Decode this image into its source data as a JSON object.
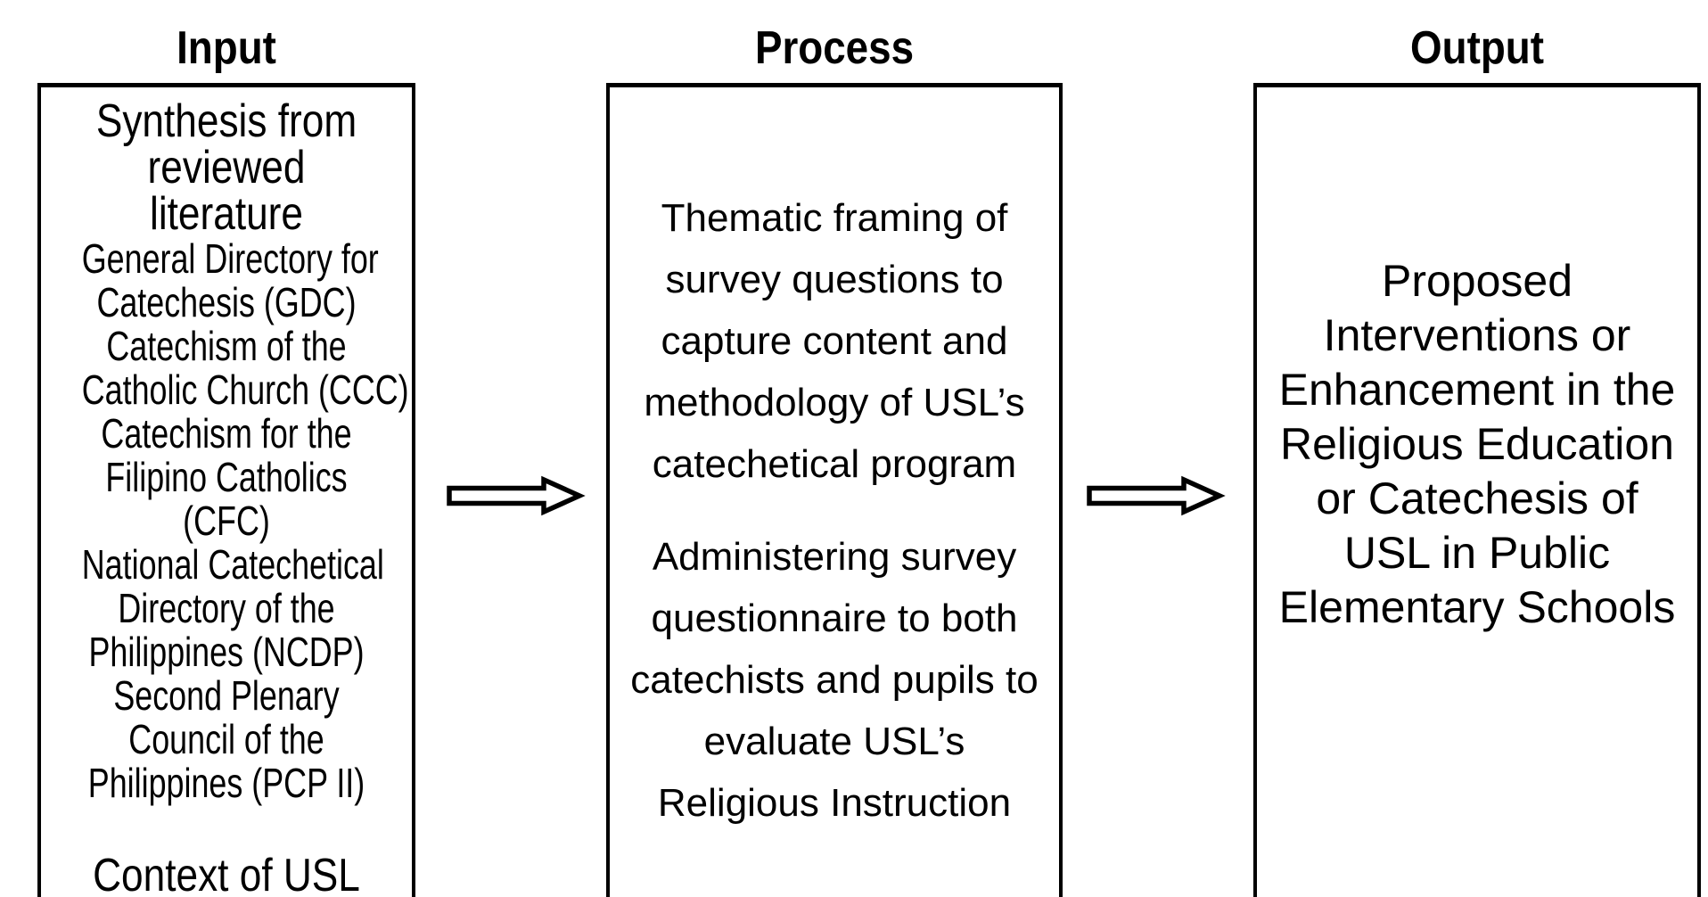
{
  "figure": {
    "type": "input-process-output-diagram",
    "columns": {
      "input": {
        "title": "Input",
        "heading_lines": [
          "Synthesis from",
          "reviewed",
          "literature"
        ],
        "literature_items": [
          "General Directory for",
          "Catechesis (GDC)",
          "Catechism of the",
          "Catholic Church (CCC)",
          "Catechism for the",
          "Filipino Catholics",
          "(CFC)",
          "National Catechetical",
          "Directory of the",
          "Philippines (NCDP)",
          "Second Plenary",
          "Council of the",
          "Philippines (PCP II)"
        ],
        "footer_line": "Context of USL"
      },
      "process": {
        "title": "Process",
        "step1_lines": [
          "Thematic framing of",
          "survey questions to",
          "capture content and",
          "methodology of USL’s",
          "catechetical program"
        ],
        "step2_lines": [
          "Administering survey",
          "questionnaire to both",
          "catechists and pupils to",
          "evaluate USL’s",
          "Religious Instruction"
        ]
      },
      "output": {
        "title": "Output",
        "lines": [
          "Proposed",
          "Interventions or",
          "Enhancement in the",
          "Religious Education",
          "or Catechesis of",
          "USL in Public",
          "Elementary Schools"
        ]
      }
    },
    "arrows": {
      "arrow1": "input-to-process",
      "arrow2": "process-to-output"
    },
    "colors": {
      "background": "#ffffff",
      "border": "#000000",
      "text": "#000000"
    }
  }
}
